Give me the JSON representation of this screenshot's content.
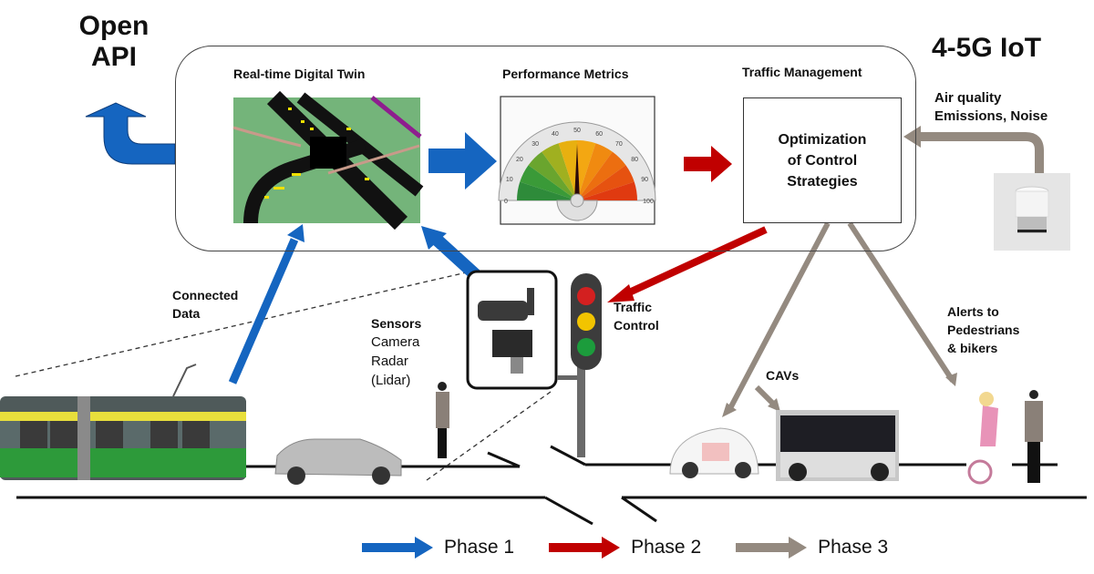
{
  "labels": {
    "open_api_line1": "Open",
    "open_api_line2": "API",
    "iot": "4-5G IoT",
    "digital_twin": "Real-time Digital Twin",
    "performance": "Performance Metrics",
    "traffic_mgmt": "Traffic Management",
    "optimization": [
      "Optimization",
      "of Control",
      "Strategies"
    ],
    "air_quality": [
      "Air quality",
      "Emissions, Noise"
    ],
    "connected_data": [
      "Connected",
      "Data"
    ],
    "sensors_title": "Sensors",
    "sensors_items": [
      "Camera",
      "Radar",
      "(Lidar)"
    ],
    "traffic_control": [
      "Traffic",
      "Control"
    ],
    "cavs": "CAVs",
    "alerts": [
      "Alerts to",
      "Pedestrians",
      "& bikers"
    ]
  },
  "gauge": {
    "ticks": [
      "0",
      "10",
      "20",
      "30",
      "40",
      "50",
      "60",
      "70",
      "80",
      "90",
      "100"
    ],
    "needle_value": 50
  },
  "legend": [
    {
      "label": "Phase 1",
      "color": "#1565c0"
    },
    {
      "label": "Phase 2",
      "color": "#c00000"
    },
    {
      "label": "Phase 3",
      "color": "#948a80"
    }
  ],
  "colors": {
    "phase1": "#1565c0",
    "phase2": "#c00000",
    "phase3": "#948a80"
  }
}
